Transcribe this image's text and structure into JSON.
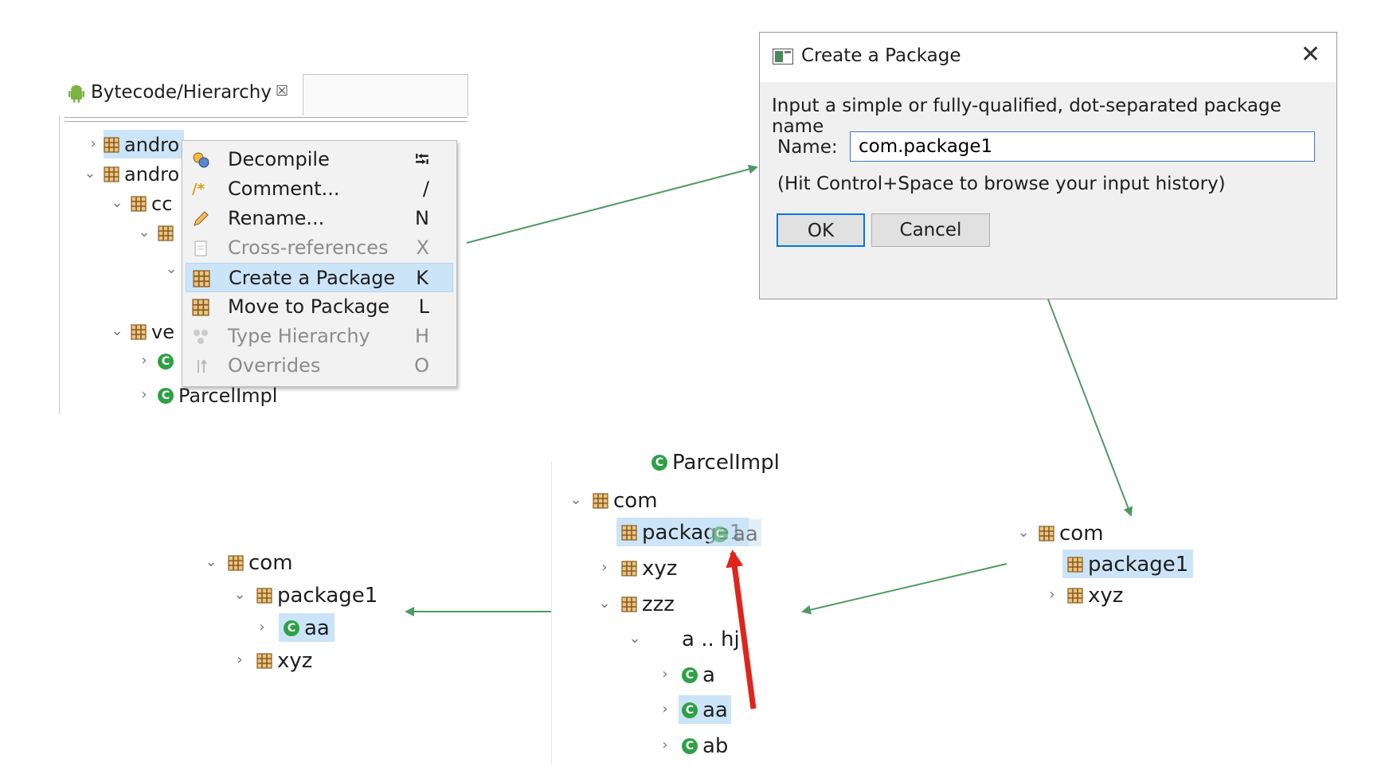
{
  "panel1": {
    "tab_title": "Bytecode/Hierarchy",
    "tab_close": "☒",
    "tree": [
      {
        "label": "andro",
        "chevron": "›"
      },
      {
        "label": "andro",
        "chevron": "⌄"
      },
      {
        "label": "cc",
        "chevron": "⌄"
      },
      {
        "label": "",
        "chevron": "⌄"
      },
      {
        "label": "",
        "chevron": "⌄"
      },
      {
        "label": "ve",
        "chevron": "⌄"
      },
      {
        "label": "",
        "chevron": "›"
      },
      {
        "label": "ParcelImpl",
        "chevron": "›"
      }
    ]
  },
  "context_menu": {
    "items": [
      {
        "label": "Decompile",
        "key": "⭾",
        "icon": "decompile-icon",
        "enabled": true
      },
      {
        "label": "Comment...",
        "key": "/",
        "icon": "comment-icon",
        "enabled": true
      },
      {
        "label": "Rename...",
        "key": "N",
        "icon": "pencil-icon",
        "enabled": true
      },
      {
        "label": "Cross-references",
        "key": "X",
        "icon": "xref-icon",
        "enabled": false
      },
      {
        "label": "Create a Package",
        "key": "K",
        "icon": "package-icon",
        "enabled": true,
        "highlighted": true
      },
      {
        "label": "Move to Package",
        "key": "L",
        "icon": "move-package-icon",
        "enabled": true
      },
      {
        "label": "Type Hierarchy",
        "key": "H",
        "icon": "hierarchy-icon",
        "enabled": false
      },
      {
        "label": "Overrides",
        "key": "O",
        "icon": "overrides-icon",
        "enabled": false
      }
    ]
  },
  "dialog": {
    "title": "Create a Package",
    "close_glyph": "✕",
    "description": "Input a simple or fully-qualified, dot-separated package name",
    "name_label": "Name:",
    "name_value": "com.package1",
    "hint": "(Hit Control+Space to browse your input history)",
    "ok_label": "OK",
    "cancel_label": "Cancel"
  },
  "panel_right": {
    "tree": [
      {
        "label": "com",
        "chevron": "⌄"
      },
      {
        "label": "package1",
        "chevron": ""
      },
      {
        "label": "xyz",
        "chevron": "›"
      }
    ]
  },
  "panel_middle": {
    "partial_label": "ParcelImpl",
    "drag_ghost": "aa",
    "tree": [
      {
        "label": "com",
        "chevron": "⌄"
      },
      {
        "label": "package1",
        "chevron": ""
      },
      {
        "label": "xyz",
        "chevron": "›"
      },
      {
        "label": "zzz",
        "chevron": "⌄"
      },
      {
        "label": "a .. hj",
        "chevron": "⌄"
      },
      {
        "label": "a",
        "chevron": "›"
      },
      {
        "label": "aa",
        "chevron": "›"
      },
      {
        "label": "ab",
        "chevron": "›"
      }
    ]
  },
  "panel_left": {
    "tree": [
      {
        "label": "com",
        "chevron": "⌄"
      },
      {
        "label": "package1",
        "chevron": "⌄"
      },
      {
        "label": "aa",
        "chevron": "›"
      },
      {
        "label": "xyz",
        "chevron": "›"
      }
    ]
  },
  "colors": {
    "selection": "#cce4f7",
    "arrow_green": "#4f9a64",
    "arrow_red": "#e0241b",
    "class_green": "#2fa045",
    "package_brown": "#8a5a1e"
  }
}
